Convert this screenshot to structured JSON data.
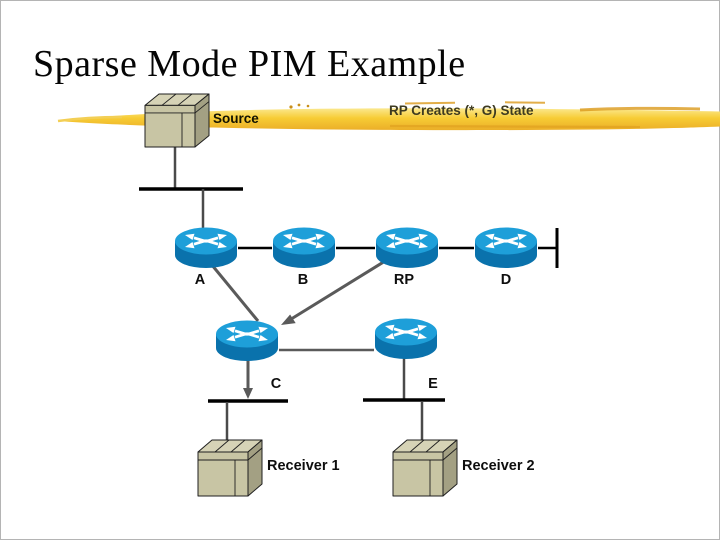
{
  "slide": {
    "title": "Sparse Mode PIM Example",
    "annotation": "RP Creates (*, G) State"
  },
  "nodes": {
    "source": "Source",
    "router_a": "A",
    "router_b": "B",
    "router_rp": "RP",
    "router_d": "D",
    "router_c": "C",
    "router_e": "E",
    "receiver1": "Receiver 1",
    "receiver2": "Receiver 2"
  },
  "colors": {
    "highlight_band": "#F6C829",
    "highlight_band_dark": "#DB9A1C",
    "router_top": "#1E9FD9",
    "router_body": "#0A72AC",
    "host_front": "#C8C5A4",
    "host_top": "#D6D3B6",
    "host_side": "#A3A083",
    "annotation_text": "#3E3B20",
    "link_gray": "#575757",
    "link_black": "#000000"
  }
}
